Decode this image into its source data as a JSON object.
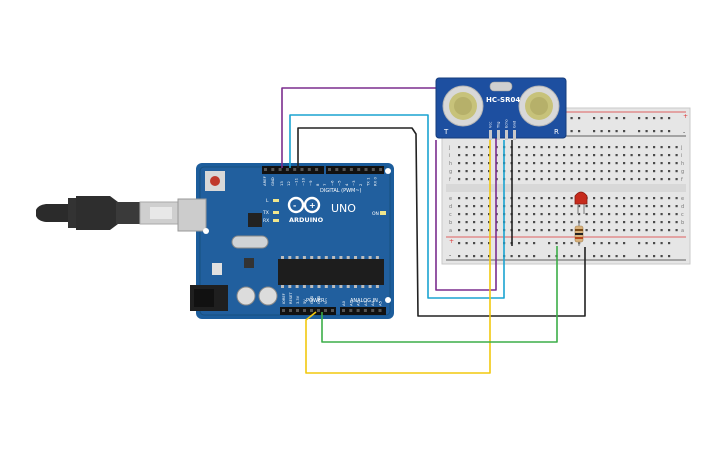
{
  "board": {
    "model": "UNO",
    "brand": "ARDUINO",
    "digital_label": "DIGITAL (PWM~)",
    "power_label": "POWER",
    "analog_label": "ANALOG IN",
    "tx": "TX",
    "rx": "RX",
    "l": "L",
    "on": "ON",
    "aref": "AREF",
    "gnd": "GND",
    "digital_pins": [
      "13",
      "12",
      "~11",
      "~10",
      "~9",
      "8",
      "7",
      "~6",
      "~5",
      "4",
      "~3",
      "2",
      "TX 1",
      "RX 0"
    ],
    "power_pins": [
      "IOREF",
      "RESET",
      "3.3V",
      "5V",
      "GND",
      "GND",
      "Vin"
    ],
    "analog_pins": [
      "A0",
      "A1",
      "A2",
      "A3",
      "A4",
      "A5"
    ]
  },
  "sensor": {
    "name": "HC-SR04",
    "left_mark": "T",
    "right_mark": "R",
    "pins": [
      "Vcc",
      "Trig",
      "Echo",
      "Gnd"
    ]
  },
  "breadboard": {
    "row_letters_top": [
      "j",
      "i",
      "h",
      "g",
      "f"
    ],
    "row_letters_bottom": [
      "e",
      "d",
      "c",
      "b",
      "a"
    ],
    "rail_plus": "+",
    "rail_minus": "-"
  },
  "wire_colors": {
    "purple": "#7b2d8e",
    "cyan": "#1aa3d1",
    "black": "#222222",
    "yellow": "#f2c80f",
    "green": "#3cae48"
  }
}
